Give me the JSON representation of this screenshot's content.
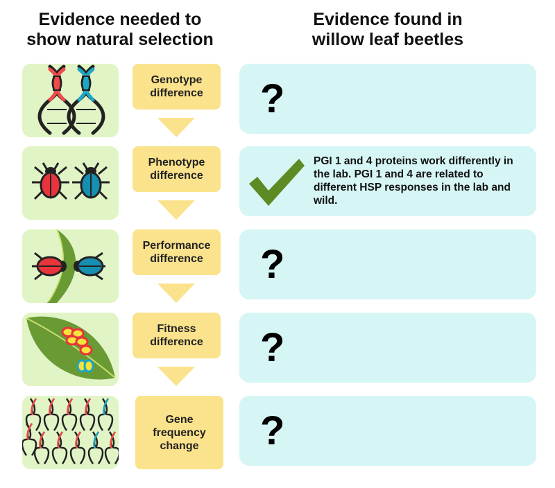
{
  "headers": {
    "left": [
      "Evidence needed to",
      "show natural selection"
    ],
    "right": [
      "Evidence found in",
      "willow leaf beetles"
    ]
  },
  "steps": [
    {
      "lines": [
        "Genotype",
        "difference"
      ],
      "image": "dna-pair-icon",
      "evidence": "?"
    },
    {
      "lines": [
        "Phenotype",
        "difference"
      ],
      "image": "beetles-icon",
      "evidence_icon": "check-icon",
      "evidence": "PGI 1 and 4 proteins work differently in the lab. PGI 1 and 4 are related to different HSP responses in the lab and wild."
    },
    {
      "lines": [
        "Performance",
        "difference"
      ],
      "image": "beetles-eating-leaf-icon",
      "evidence": "?"
    },
    {
      "lines": [
        "Fitness",
        "difference"
      ],
      "image": "leaf-eggs-icon",
      "evidence": "?"
    },
    {
      "lines": [
        "Gene",
        "frequency",
        "change"
      ],
      "image": "dna-population-icon",
      "evidence": "?"
    }
  ],
  "colors": {
    "image_bg": "#e1f4c6",
    "step_bg": "#fbe28c",
    "evidence_bg": "#d6f6f5",
    "check": "#5d8a23",
    "dna_red": "#ef4b4b",
    "dna_blue": "#1fa6c5",
    "beetle_red": "#e8343b",
    "beetle_blue": "#178fb0",
    "leaf": "#6a9a34"
  }
}
